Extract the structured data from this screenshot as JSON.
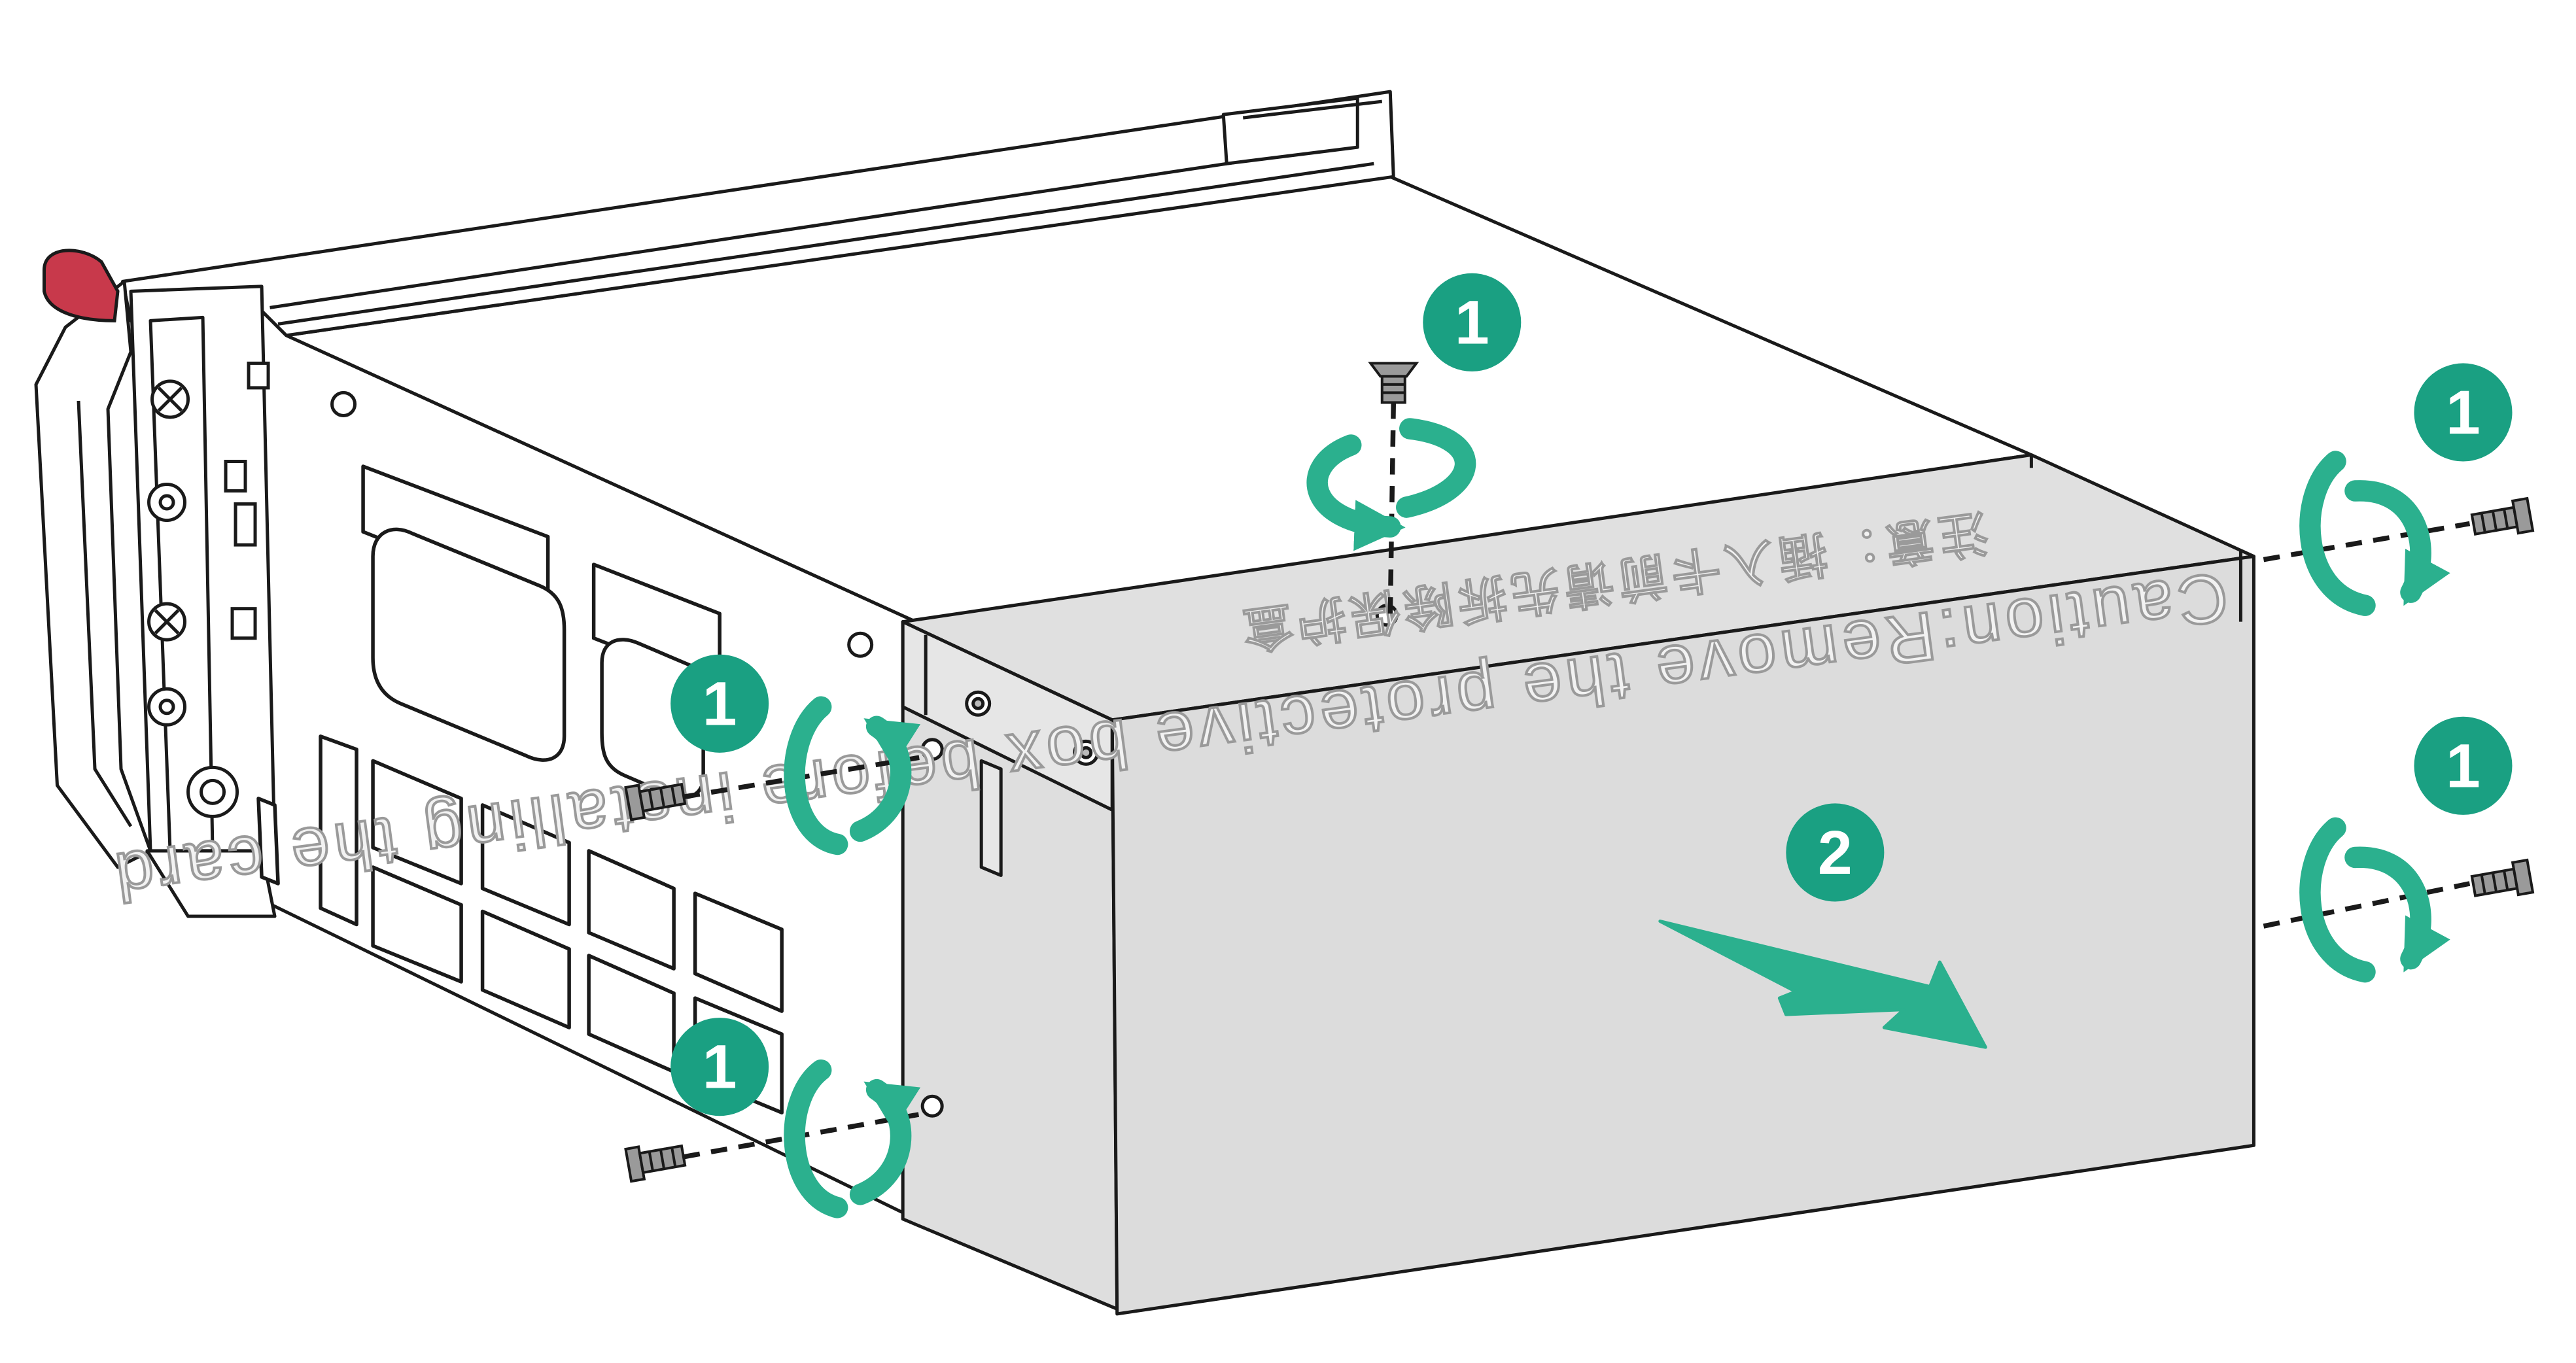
{
  "steps": {
    "screw_removal": "1",
    "box_removal": "2"
  },
  "box_label": {
    "english": "Caution:Remove the protective box before installing the card",
    "chinese": "注意：插入卡前请先拆除保护盒"
  },
  "colors": {
    "step_badge": "#1aa082",
    "rotation_arrow": "#2bb08e",
    "protective_box": "#e0e0e0",
    "cage_metal": "#ffffff",
    "outline": "#1a1a1a",
    "release_latch": "#c8394b",
    "screw": "#9a9a9a"
  },
  "icons": {
    "step_marker": "numbered-circle-icon",
    "rotation": "counterclockwise-rotate-arrow-icon",
    "removal_direction": "pull-out-arrow-icon",
    "screw": "screw-icon"
  }
}
